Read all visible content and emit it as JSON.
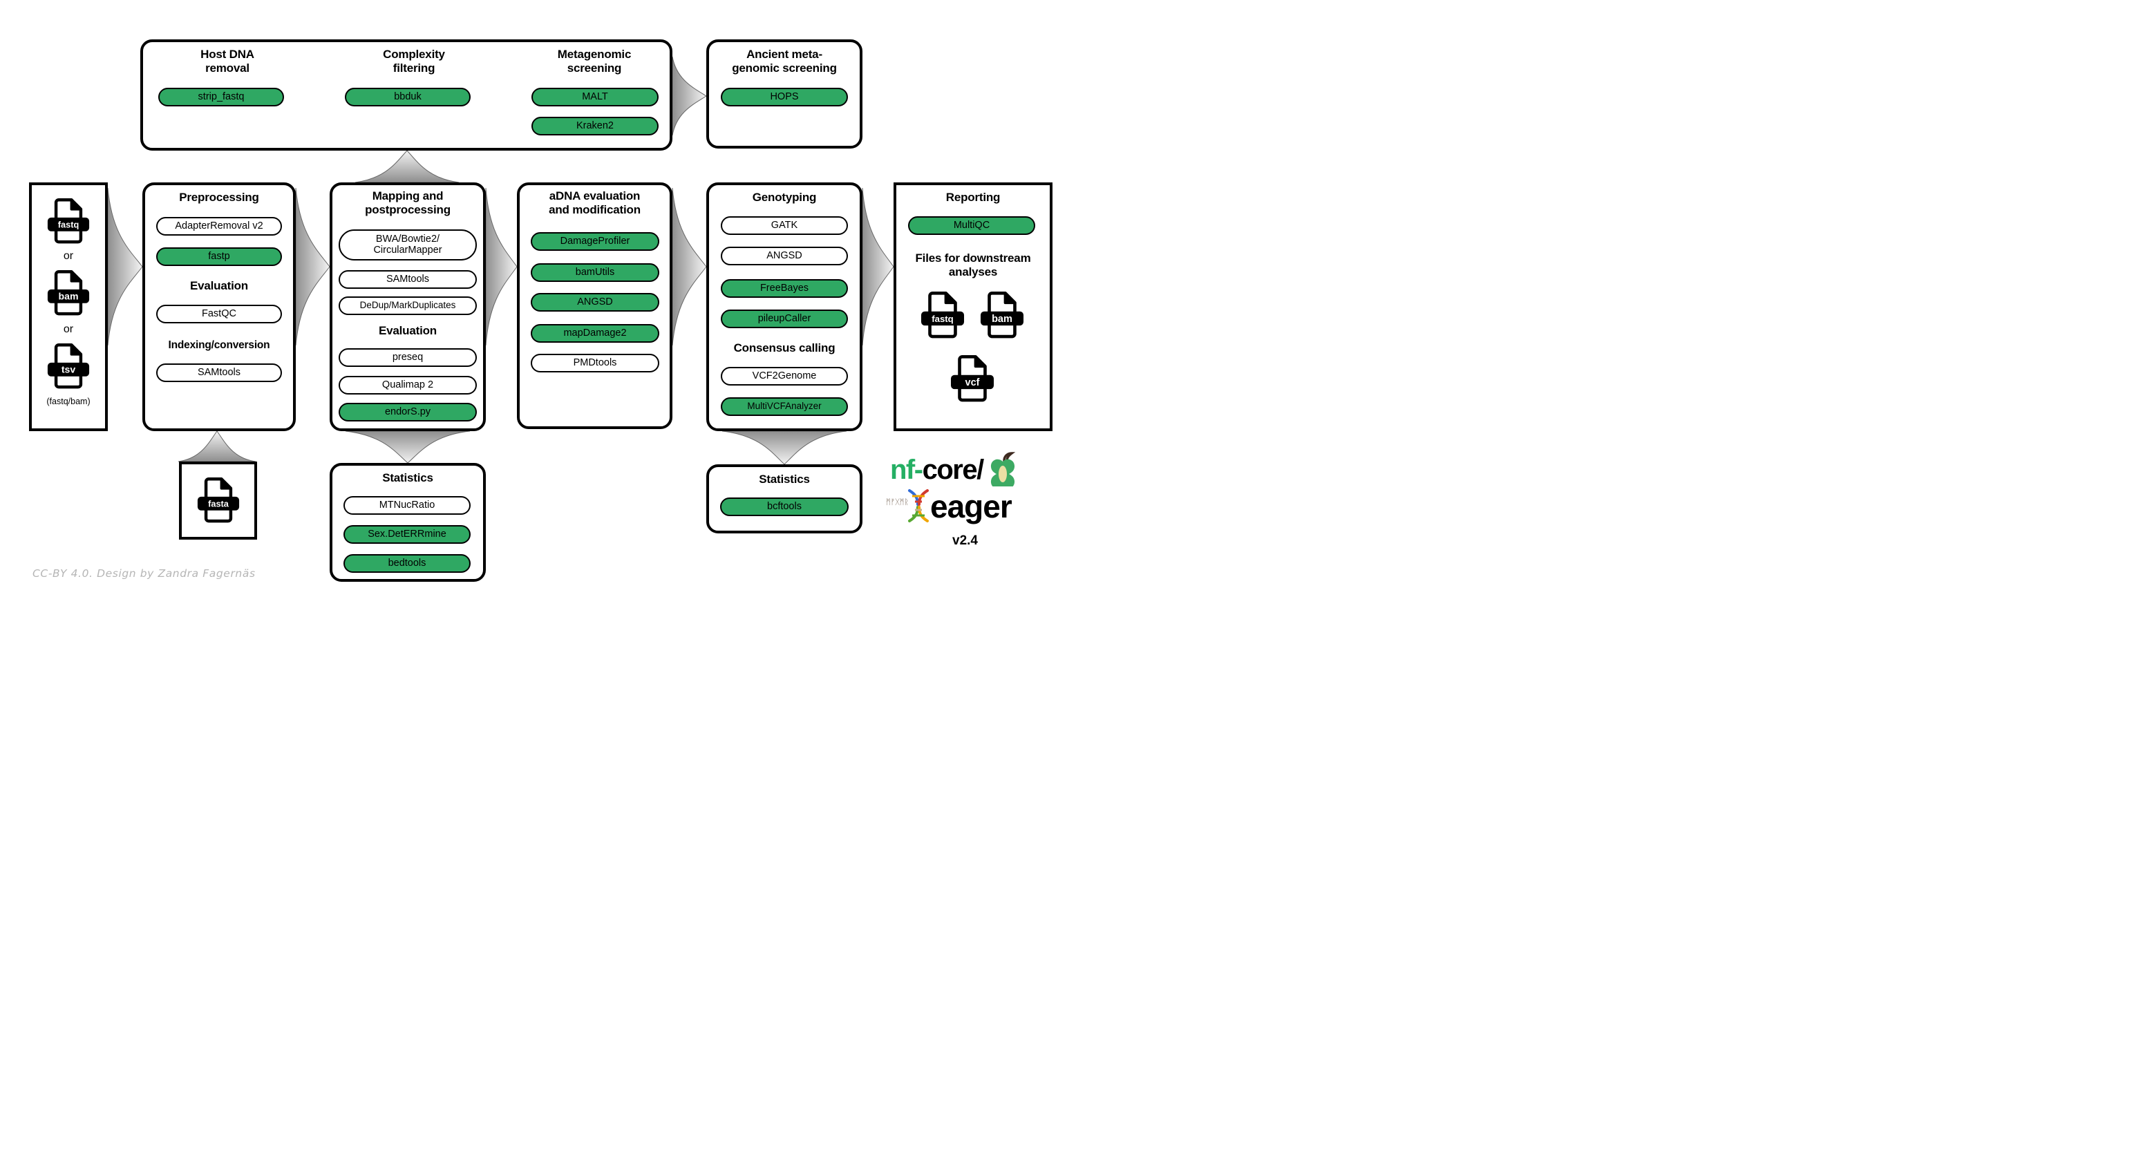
{
  "colors": {
    "pill_green": "#2fa863",
    "logo_green": "#25af64",
    "credit_gray": "#b5b5b5"
  },
  "screening_box": {
    "sections": [
      {
        "title": "Host DNA\nremoval",
        "tools": [
          {
            "label": "strip_fastq"
          }
        ]
      },
      {
        "title": "Complexity\nfiltering",
        "tools": [
          {
            "label": "bbduk"
          }
        ]
      },
      {
        "title": "Metagenomic\nscreening",
        "tools": [
          {
            "label": "MALT"
          },
          {
            "label": "Kraken2"
          }
        ]
      }
    ]
  },
  "ancient_box": {
    "title": "Ancient meta-\ngenomic screening",
    "tool1": "HOPS"
  },
  "input_box": {
    "file1": "fastq",
    "or1": "or",
    "file2": "bam",
    "or2": "or",
    "file3": "tsv",
    "caption": "(fastq/bam)"
  },
  "preprocessing_box": {
    "title1": "Preprocessing",
    "tool1": "AdapterRemoval v2",
    "tool2": "fastp",
    "title2": "Evaluation",
    "tool3": "FastQC",
    "title3": "Indexing/conversion",
    "tool4": "SAMtools"
  },
  "mapping_box": {
    "title1": "Mapping and\npostprocessing",
    "tool1": "BWA/Bowtie2/\nCircularMapper",
    "tool2": "SAMtools",
    "tool3": "DeDup/MarkDuplicates",
    "title2": "Evaluation",
    "tool4": "preseq",
    "tool5": "Qualimap 2",
    "tool6": "endorS.py"
  },
  "adna_box": {
    "title1": "aDNA evaluation\nand modification",
    "tool1": "DamageProfiler",
    "tool2": "bamUtils",
    "tool3": "ANGSD",
    "tool4": "mapDamage2",
    "tool5": "PMDtools"
  },
  "genotyping_box": {
    "title1": "Genotyping",
    "tool1": "GATK",
    "tool2": "ANGSD",
    "tool3": "FreeBayes",
    "tool4": "pileupCaller",
    "title2": "Consensus calling",
    "tool5": "VCF2Genome",
    "tool6": "MultiVCFAnalyzer"
  },
  "reporting_box": {
    "title1": "Reporting",
    "tool1": "MultiQC",
    "title2": "Files for downstream\nanalyses",
    "file1": "fastq",
    "file2": "bam",
    "file3": "vcf"
  },
  "fasta_box": {
    "file1": "fasta"
  },
  "stats_mapping_box": {
    "title1": "Statistics",
    "tool1": "MTNucRatio",
    "tool2": "Sex.DetERRmine",
    "tool3": "bedtools"
  },
  "stats_genotyping_box": {
    "title1": "Statistics",
    "tool1": "bcftools"
  },
  "logo": {
    "brand_green": "nf",
    "brand_dash": "-",
    "brand_black": "core/",
    "runes": "ᛗᚠᚷᛗᚱ",
    "name": "eager",
    "version": "v2.4"
  },
  "credit": "CC-BY 4.0. Design by Zandra Fagernäs"
}
